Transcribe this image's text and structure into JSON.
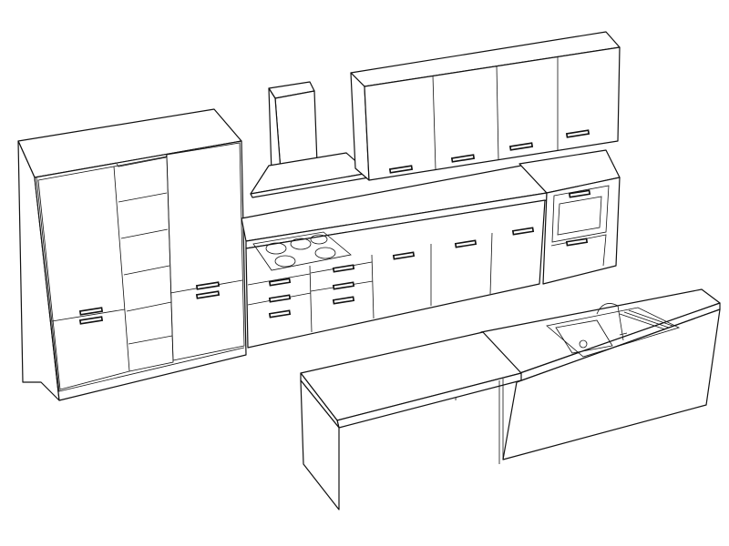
{
  "drawing": {
    "colors": {
      "line": "#111111",
      "background": "#ffffff"
    },
    "components": [
      "tall-cabinet",
      "open-shelving",
      "range-hood",
      "wall-cabinets",
      "base-cabinets",
      "cooktop",
      "oven-tower",
      "kitchen-island",
      "sink",
      "dining-table"
    ]
  }
}
